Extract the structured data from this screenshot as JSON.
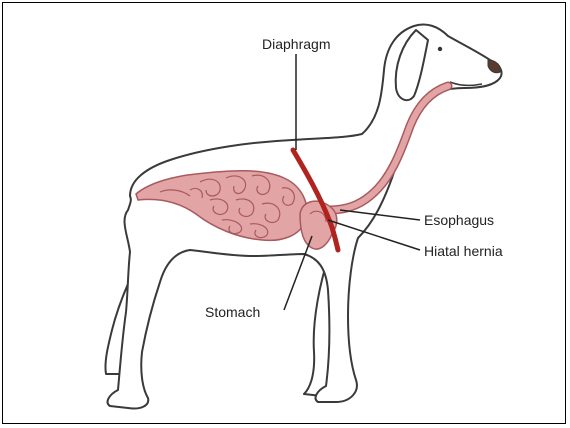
{
  "labels": {
    "diaphragm": "Diaphragm",
    "esophagus": "Esophagus",
    "hiatal_hernia": "Hiatal hernia",
    "stomach": "Stomach"
  },
  "colors": {
    "outline": "#3a3a3a",
    "organ_fill": "#e3a4a6",
    "organ_line": "#a85a5e",
    "diaphragm": "#b0231f",
    "leader": "#222222"
  },
  "subject": "dog-anatomy-hiatal-hernia"
}
